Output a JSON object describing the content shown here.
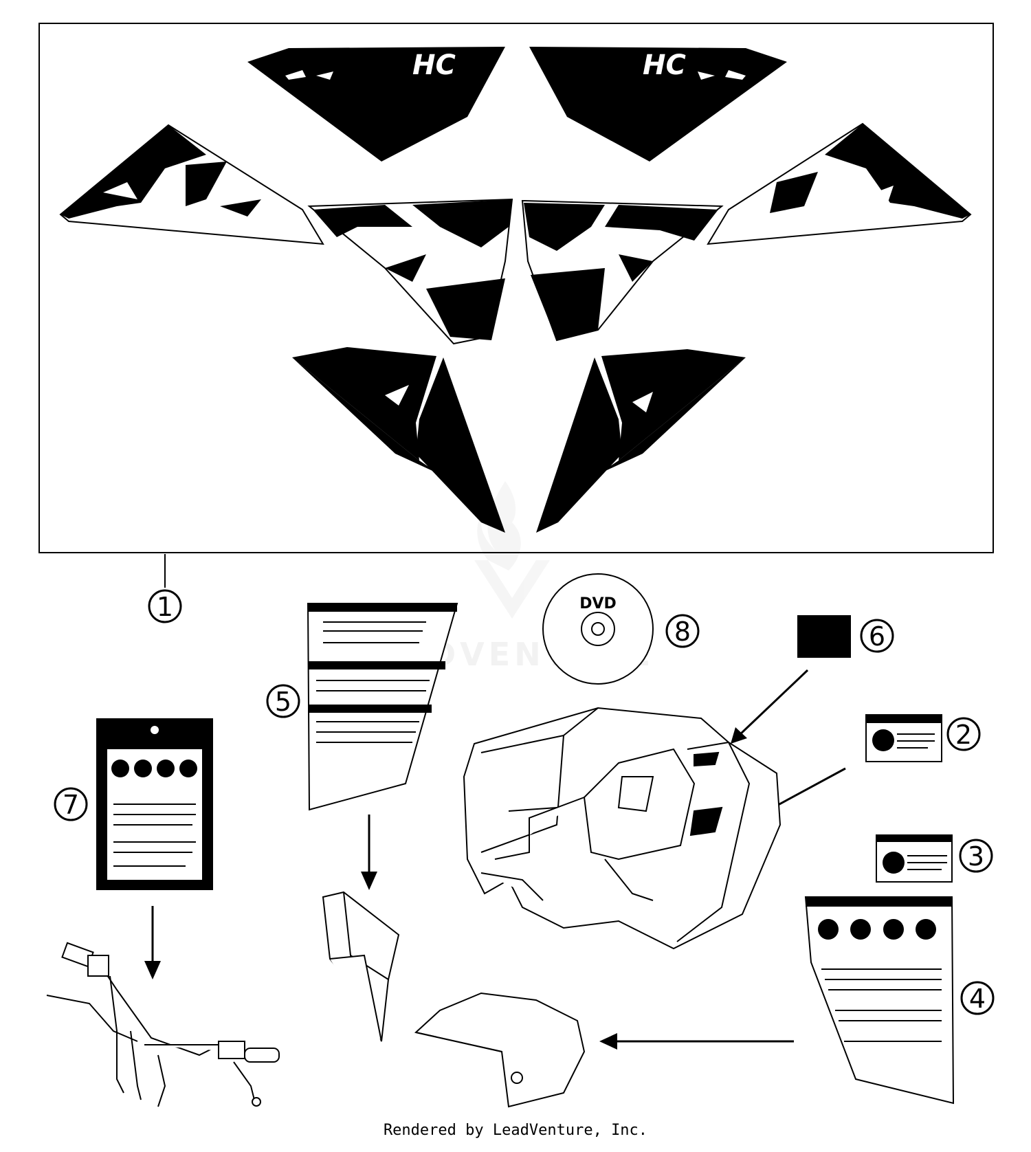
{
  "diagram": {
    "callouts": [
      {
        "id": "1",
        "label": "1"
      },
      {
        "id": "2",
        "label": "2"
      },
      {
        "id": "3",
        "label": "3"
      },
      {
        "id": "4",
        "label": "4"
      },
      {
        "id": "5",
        "label": "5"
      },
      {
        "id": "6",
        "label": "6"
      },
      {
        "id": "7",
        "label": "7"
      },
      {
        "id": "8",
        "label": "8"
      }
    ],
    "decal_text": "HC",
    "dvd_label": "DVD",
    "watermark_text": "DVENTURE"
  },
  "footer": {
    "text": "Rendered by LeadVenture, Inc."
  }
}
